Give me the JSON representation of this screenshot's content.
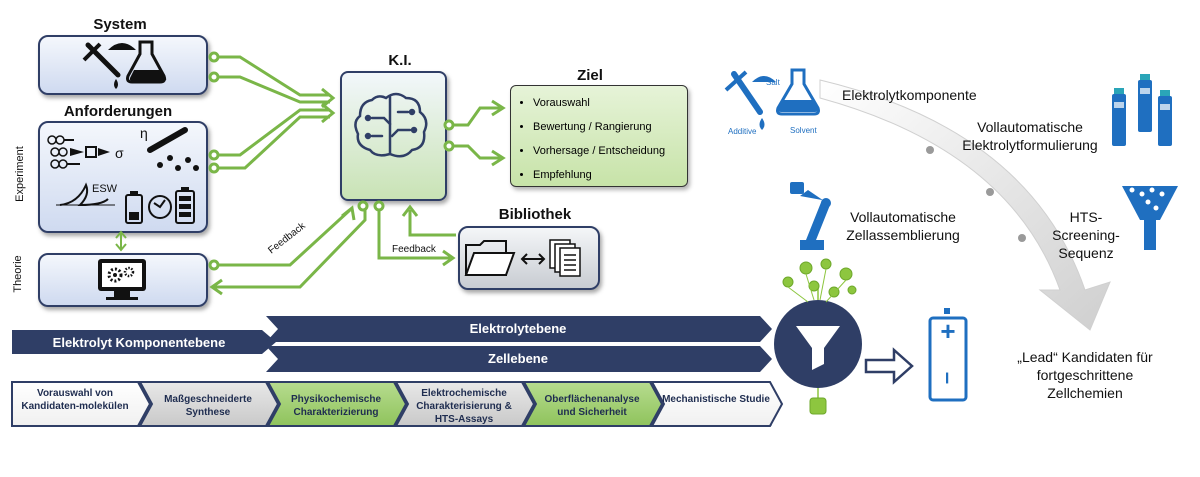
{
  "left": {
    "system_title": "System",
    "anforderungen_title": "Anforderungen",
    "experiment_label": "Experiment",
    "theorie_label": "Theorie",
    "sigma": "σ",
    "eta": "η",
    "esw": "ESW"
  },
  "ki": {
    "title": "K.I."
  },
  "ziel": {
    "title": "Ziel",
    "items": [
      "Vorauswahl",
      "Bewertung / Rangierung",
      "Vorhersage / Entscheidung",
      "Empfehlung"
    ]
  },
  "bibliothek": {
    "title": "Bibliothek"
  },
  "feedback": {
    "label1": "Feedback",
    "label2": "Feedback"
  },
  "banners": {
    "komponentebene": "Elektrolyt Komponentebene",
    "elektrolytebene": "Elektrolytebene",
    "zellebene": "Zellebene"
  },
  "process": [
    {
      "label": "Vorauswahl von Kandidaten-molekülen"
    },
    {
      "label": "Maßgeschneiderte Synthese"
    },
    {
      "label": "Physikochemische Charakterizierung"
    },
    {
      "label": "Elektrochemische Charakterisierung & HTS-Assays"
    },
    {
      "label": "Oberflächenanalyse und Sicherheit"
    },
    {
      "label": "Mechanistische Studie"
    }
  ],
  "right": {
    "salt": "Salt",
    "additive": "Additive",
    "solvent": "Solvent",
    "elektrolytkomponente": "Elektrolytkomponente",
    "formulierung_line1": "Vollautomatische",
    "formulierung_line2": "Elektrolytformulierung",
    "zell_line1": "Vollautomatische",
    "zell_line2": "Zellassemblierung",
    "hts_line1": "HTS-",
    "hts_line2": "Screening-",
    "hts_line3": "Sequenz",
    "lead_line1": "„Lead“ Kandidaten für",
    "lead_line2": "fortgeschrittene",
    "lead_line3": "Zellchemien",
    "battery_plus": "+",
    "battery_minus": "–"
  },
  "colors": {
    "navy": "#2f3e66",
    "green": "#7ab648",
    "blue": "#1f6fc0",
    "teal": "#2aa5b8",
    "lime": "#8dc63f"
  }
}
